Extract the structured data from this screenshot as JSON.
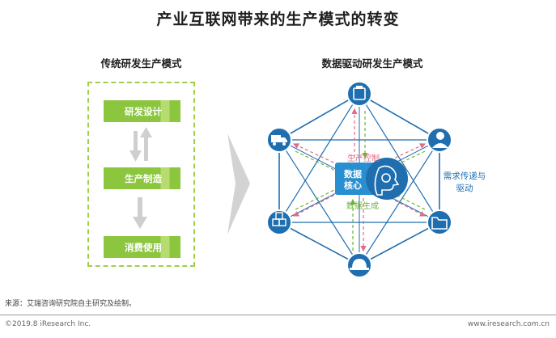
{
  "title": "产业互联网带来的生产模式的转变",
  "traditional": {
    "heading": "传统研发生产模式",
    "stages": [
      {
        "label": "研发设计"
      },
      {
        "label": "生产制造"
      },
      {
        "label": "消费使用"
      }
    ]
  },
  "datadriven": {
    "heading": "数据驱动研发生产模式",
    "core_line1": "数据",
    "core_line2": "核心",
    "production_control": "生产控制",
    "data_generation": "数据生成",
    "demand_line1": "需求传递与",
    "demand_line2": "驱动",
    "nodes": [
      {
        "icon": "tablet-icon"
      },
      {
        "icon": "user-headset-icon"
      },
      {
        "icon": "folder-icon"
      },
      {
        "icon": "hardhat-icon"
      },
      {
        "icon": "boxes-icon"
      },
      {
        "icon": "truck-icon"
      }
    ]
  },
  "colors": {
    "accent_green": "#8cc63f",
    "node_blue": "#1f6eb0",
    "core_blue": "#2a8fd0",
    "arrow_grey": "#cccccc",
    "red_dash": "#e06d86",
    "green_dash": "#6fb23a"
  },
  "footer": {
    "source": "来源：艾瑞咨询研究院自主研究及绘制。",
    "copyright": "©2019.8 iResearch Inc.",
    "website": "www.iresearch.com.cn"
  }
}
